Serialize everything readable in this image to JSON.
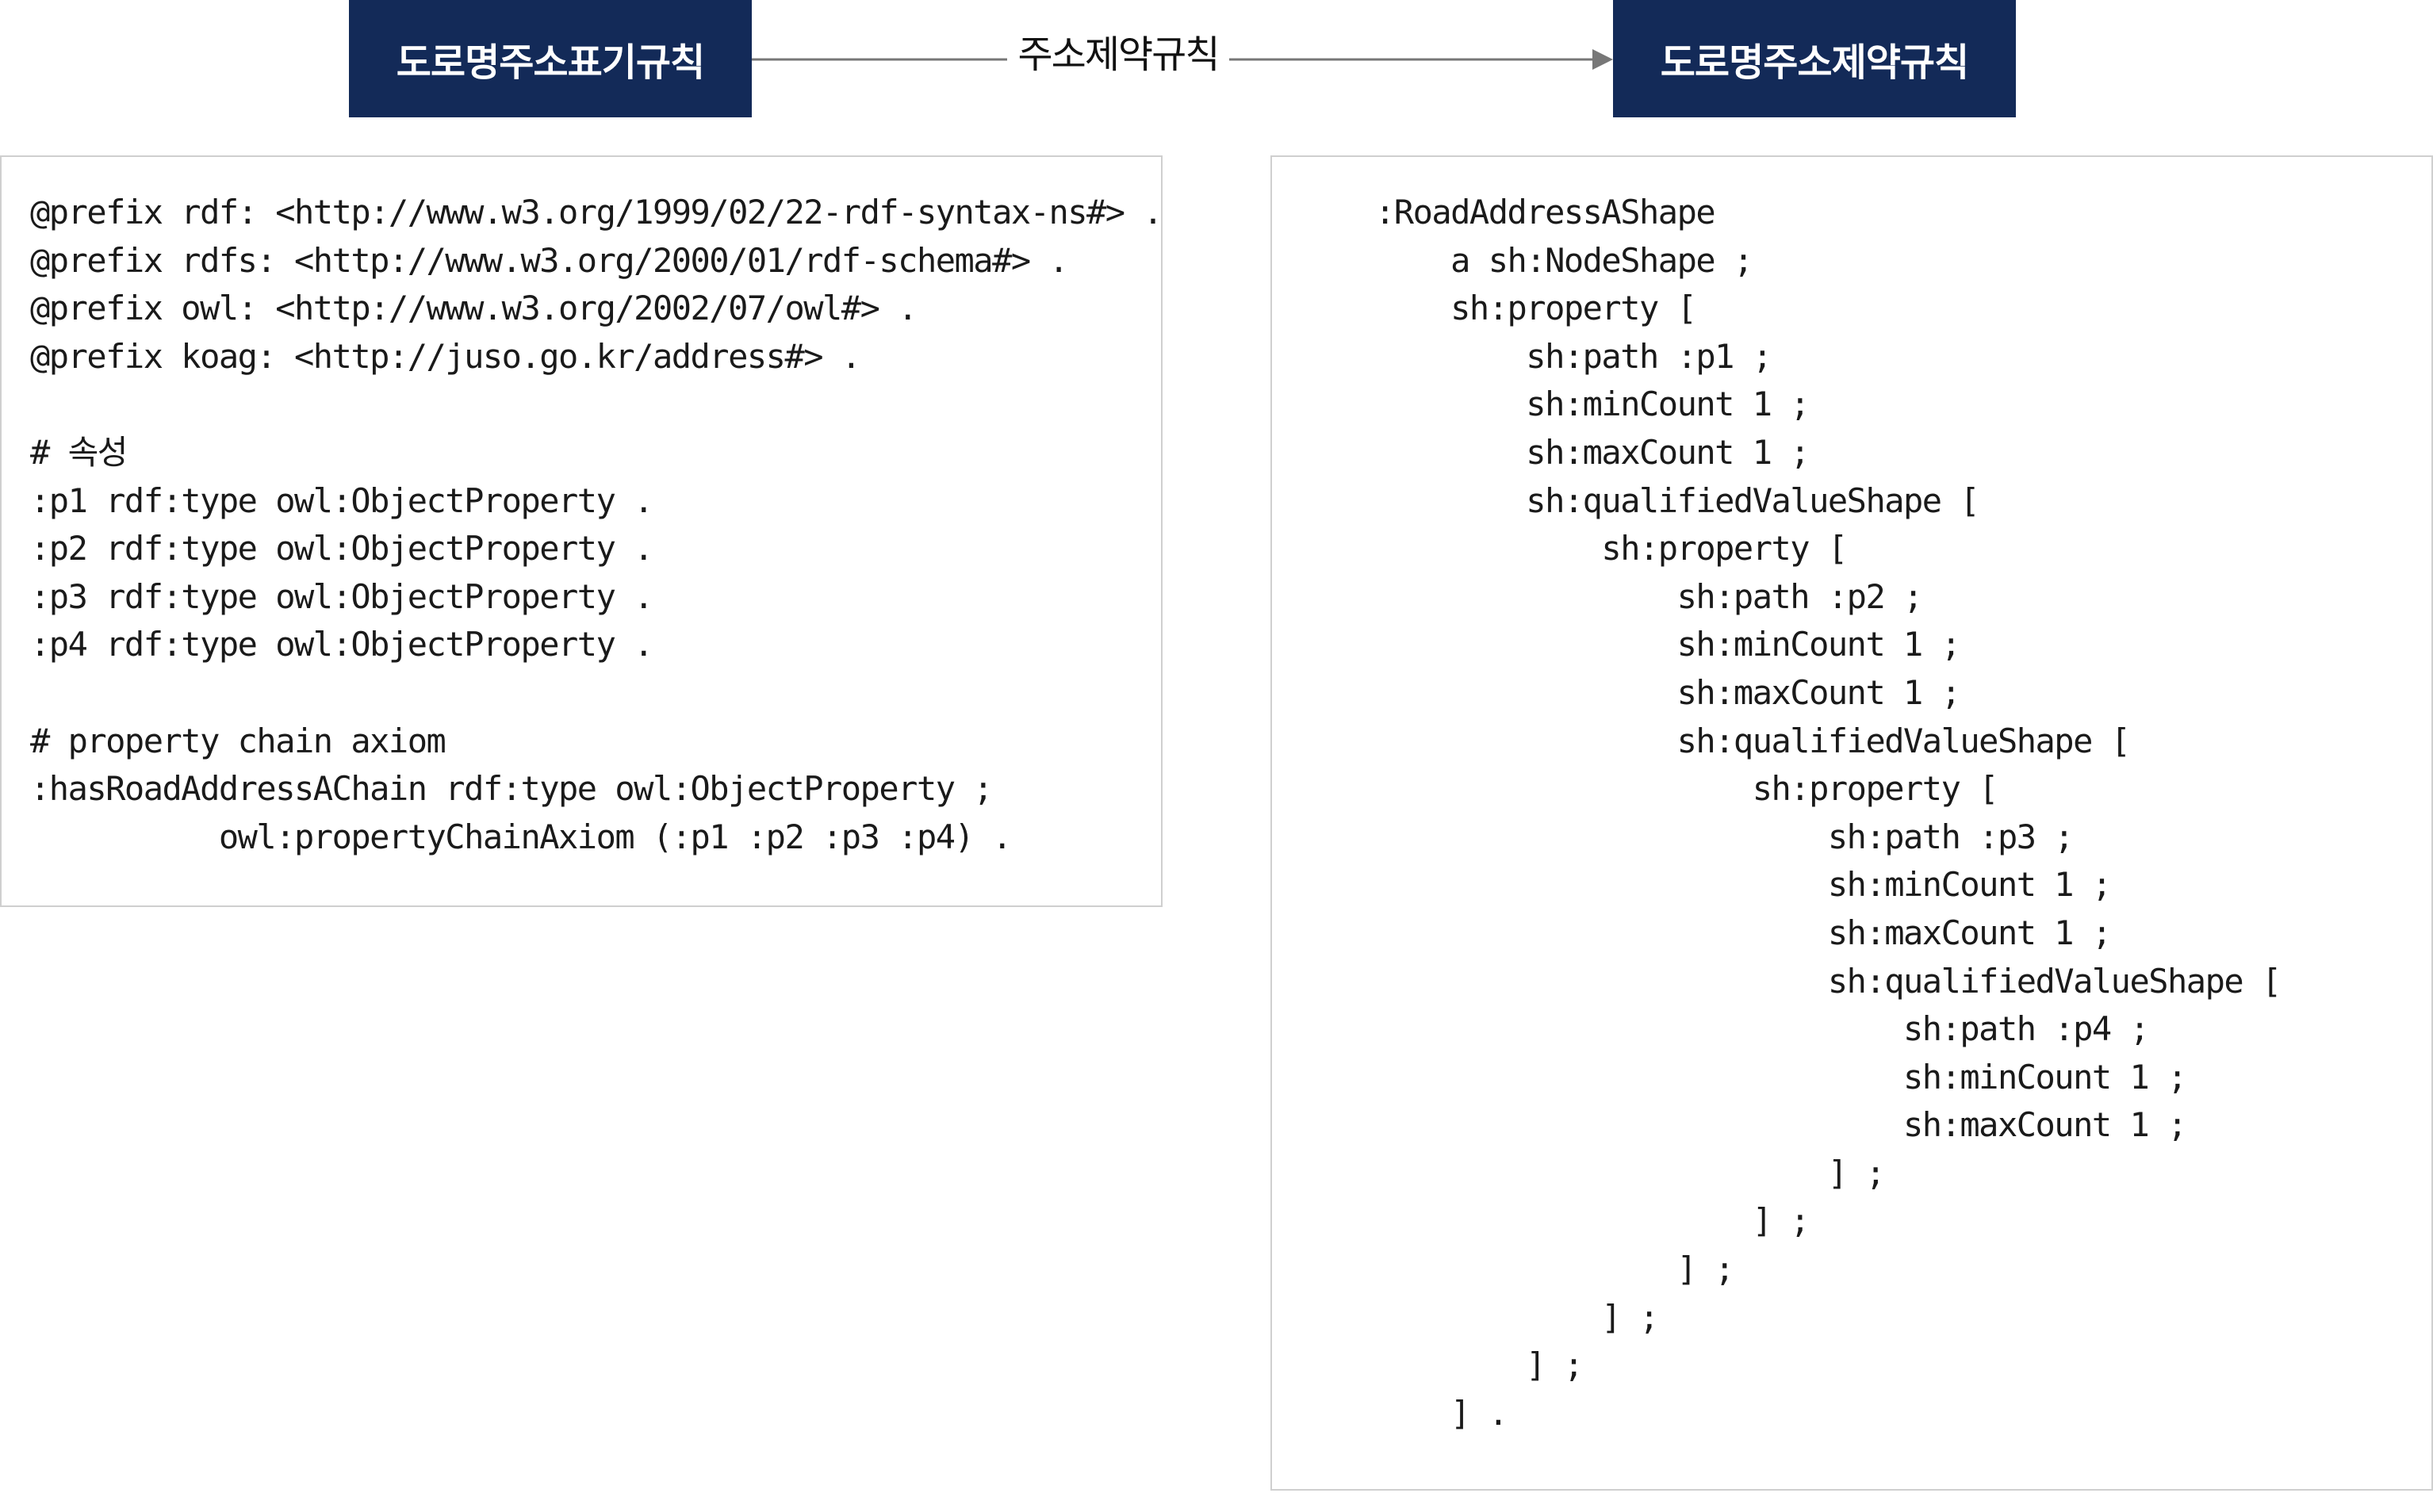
{
  "header": {
    "left_box": "도로명주소표기규칙",
    "arrow_label": "주소제약규칙",
    "right_box": "도로명주소제약규칙"
  },
  "colors": {
    "header_bg": "#132a58",
    "header_text": "#ffffff",
    "arrow": "#777777",
    "panel_border": "#cfcfcf"
  },
  "left_panel": {
    "lines": [
      "@prefix rdf: <http://www.w3.org/1999/02/22-rdf-syntax-ns#> .",
      "@prefix rdfs: <http://www.w3.org/2000/01/rdf-schema#> .",
      "@prefix owl: <http://www.w3.org/2002/07/owl#> .",
      "@prefix koag: <http://juso.go.kr/address#> .",
      "",
      "# 속성",
      ":p1 rdf:type owl:ObjectProperty .",
      ":p2 rdf:type owl:ObjectProperty .",
      ":p3 rdf:type owl:ObjectProperty .",
      ":p4 rdf:type owl:ObjectProperty .",
      "",
      "# property chain axiom",
      ":hasRoadAddressAChain rdf:type owl:ObjectProperty ;",
      "          owl:propertyChainAxiom (:p1 :p2 :p3 :p4) ."
    ]
  },
  "right_panel": {
    "lines": [
      ":RoadAddressAShape",
      "    a sh:NodeShape ;",
      "    sh:property [",
      "        sh:path :p1 ;",
      "        sh:minCount 1 ;",
      "        sh:maxCount 1 ;",
      "        sh:qualifiedValueShape [",
      "            sh:property [",
      "                sh:path :p2 ;",
      "                sh:minCount 1 ;",
      "                sh:maxCount 1 ;",
      "                sh:qualifiedValueShape [",
      "                    sh:property [",
      "                        sh:path :p3 ;",
      "                        sh:minCount 1 ;",
      "                        sh:maxCount 1 ;",
      "                        sh:qualifiedValueShape [",
      "                            sh:path :p4 ;",
      "                            sh:minCount 1 ;",
      "                            sh:maxCount 1 ;",
      "                        ] ;",
      "                    ] ;",
      "                ] ;",
      "            ] ;",
      "        ] ;",
      "    ] ."
    ]
  }
}
